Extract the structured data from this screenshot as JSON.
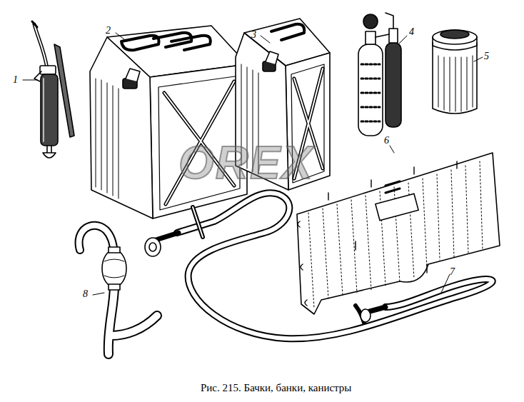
{
  "diagram": {
    "caption": "Рис. 215. Бачки, банки, канистры",
    "labels": [
      "1",
      "2",
      "3",
      "4",
      "5",
      "6",
      "7",
      "8",
      "OREX"
    ]
  }
}
